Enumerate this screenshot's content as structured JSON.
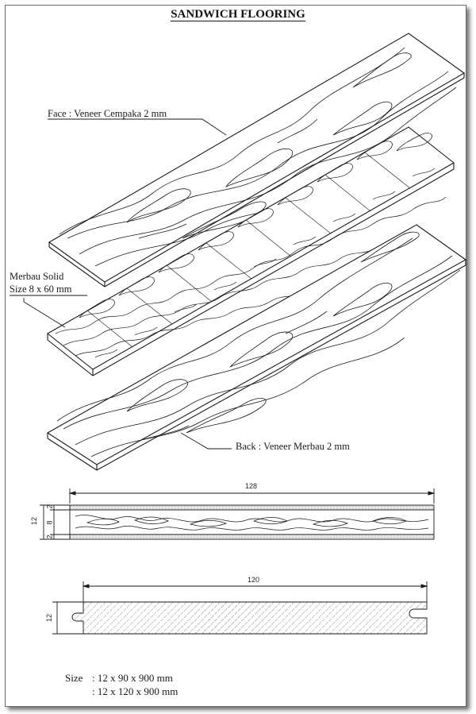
{
  "title": "SANDWICH FLOORING",
  "labels": {
    "face": "Face : Veneer Cempaka 2 mm",
    "core_line1": "Merbau Solid",
    "core_line2": "Size 8 x 60 mm",
    "back": "Back : Veneer Merbau 2 mm"
  },
  "section_view": {
    "width": "128",
    "total_thickness": "12",
    "layers": [
      "2",
      "8",
      "2"
    ]
  },
  "profile_view": {
    "width": "120",
    "thickness": "12"
  },
  "sizes": {
    "key": "Size",
    "rows": [
      ": 12 x 90 x 900 mm",
      ": 12 x 120 x 900 mm"
    ]
  }
}
